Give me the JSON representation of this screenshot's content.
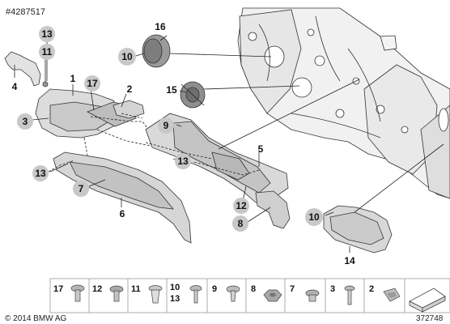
{
  "diagram": {
    "doc_id": "#4287517",
    "copyright": "© 2014 BMW AG",
    "figure_number": "372748",
    "callouts": {
      "c13a": "13",
      "c11a": "11",
      "c4": "4",
      "c1": "1",
      "c17a": "17",
      "c2a": "2",
      "c3a": "3",
      "c16": "16",
      "c10a": "10",
      "c15": "15",
      "c9a": "9",
      "c13b": "13",
      "c13c": "13",
      "c5": "5",
      "c7a": "7",
      "c6": "6",
      "c12a": "12",
      "c8a": "8",
      "c10b": "10",
      "c14": "14"
    },
    "legend": {
      "p17": "17",
      "p12": "12",
      "p11": "11",
      "p10": "10",
      "p13": "13",
      "p9": "9",
      "p8": "8",
      "p7": "7",
      "p3": "3",
      "p2": "2"
    }
  }
}
